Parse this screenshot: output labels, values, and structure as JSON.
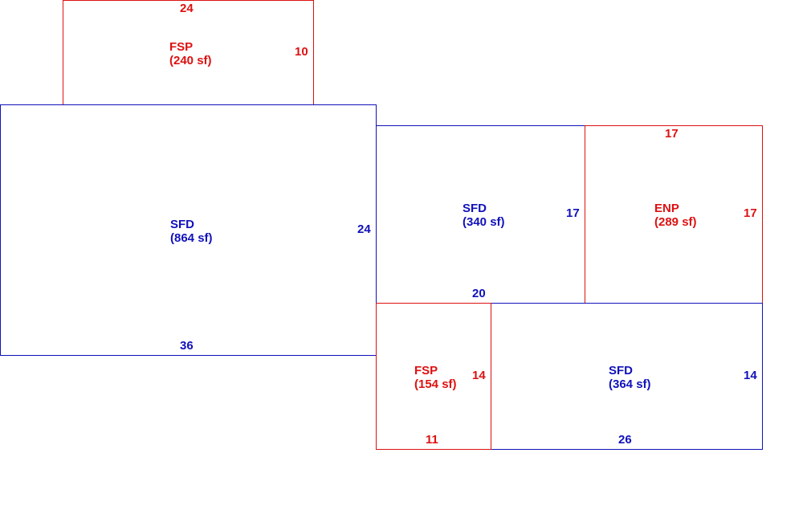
{
  "colors": {
    "red": "#dd1111",
    "blue": "#1111bb",
    "background": "#ffffff"
  },
  "areas": {
    "fsp_top": {
      "code": "FSP",
      "area": "(240 sf)",
      "color": "red",
      "dims": {
        "top": "24",
        "right": "10"
      }
    },
    "sfd_main": {
      "code": "SFD",
      "area": "(864 sf)",
      "color": "blue",
      "dims": {
        "right": "24",
        "bottom": "36"
      }
    },
    "sfd_mid": {
      "code": "SFD",
      "area": "(340 sf)",
      "color": "blue",
      "dims": {
        "right": "17",
        "bottom": "20"
      }
    },
    "enp": {
      "code": "ENP",
      "area": "(289 sf)",
      "color": "red",
      "dims": {
        "top": "17",
        "right": "17"
      }
    },
    "fsp_bottom": {
      "code": "FSP",
      "area": "(154 sf)",
      "color": "red",
      "dims": {
        "right": "14",
        "bottom": "11"
      }
    },
    "sfd_bottom": {
      "code": "SFD",
      "area": "(364 sf)",
      "color": "blue",
      "dims": {
        "right": "14",
        "bottom": "26"
      }
    }
  }
}
